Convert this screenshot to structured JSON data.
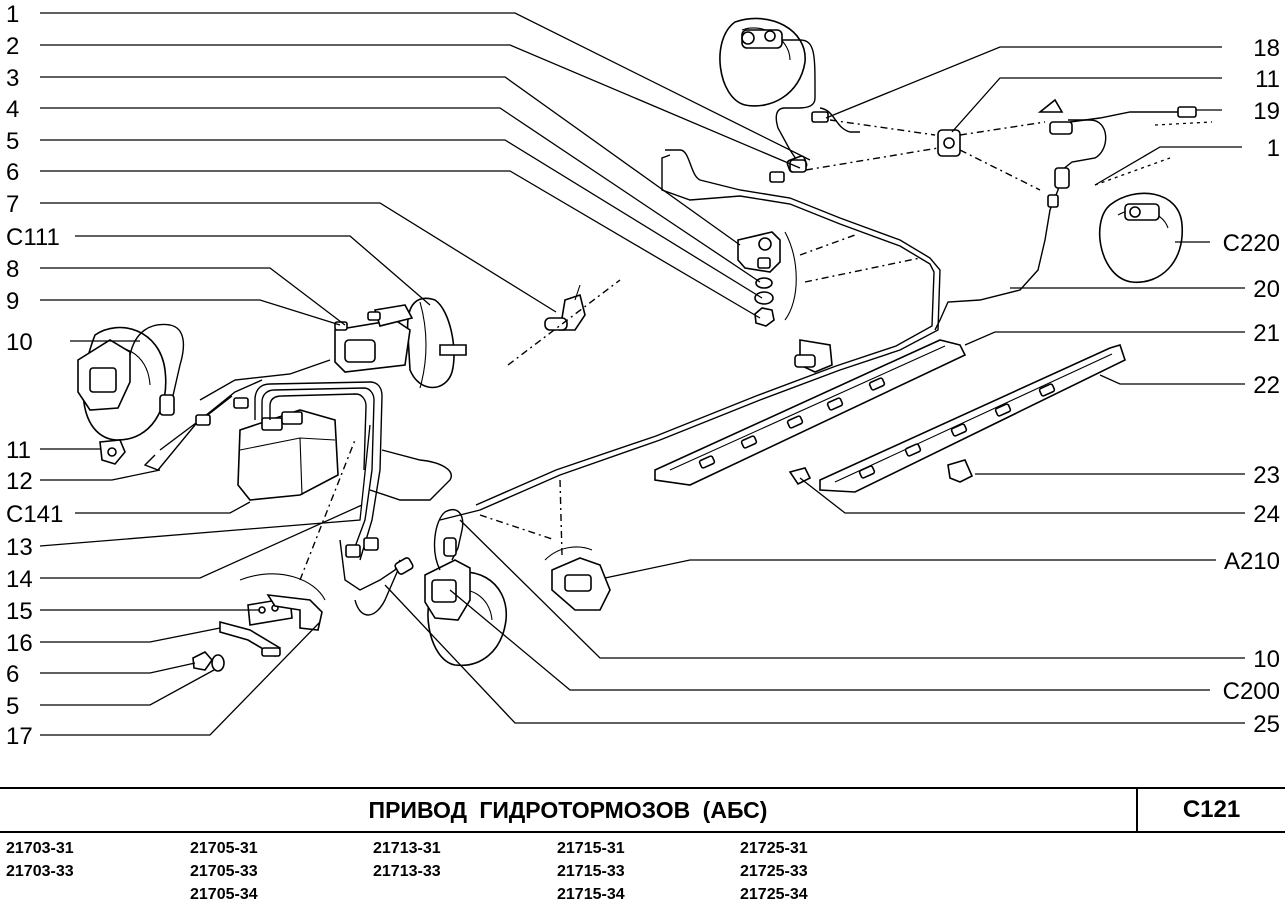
{
  "diagram": {
    "left_callouts": [
      "1",
      "2",
      "3",
      "4",
      "5",
      "6",
      "7",
      "С111",
      "8",
      "9",
      "10",
      "11",
      "12",
      "С141",
      "13",
      "14",
      "15",
      "16",
      "6",
      "5",
      "17"
    ],
    "right_callouts": [
      "18",
      "11",
      "19",
      "1",
      "С220",
      "20",
      "21",
      "22",
      "23",
      "24",
      "А210",
      "10",
      "С200",
      "25"
    ]
  },
  "title_block": {
    "title": "ПРИВОД  ГИДРОТОРМОЗОВ  (АБС)",
    "code": "С121"
  },
  "models": [
    [
      "21703-31",
      "21703-33"
    ],
    [
      "21705-31",
      "21705-33",
      "21705-34"
    ],
    [
      "21713-31",
      "21713-33"
    ],
    [
      "21715-31",
      "21715-33",
      "21715-34"
    ],
    [
      "21725-31",
      "21725-33",
      "21725-34"
    ]
  ]
}
